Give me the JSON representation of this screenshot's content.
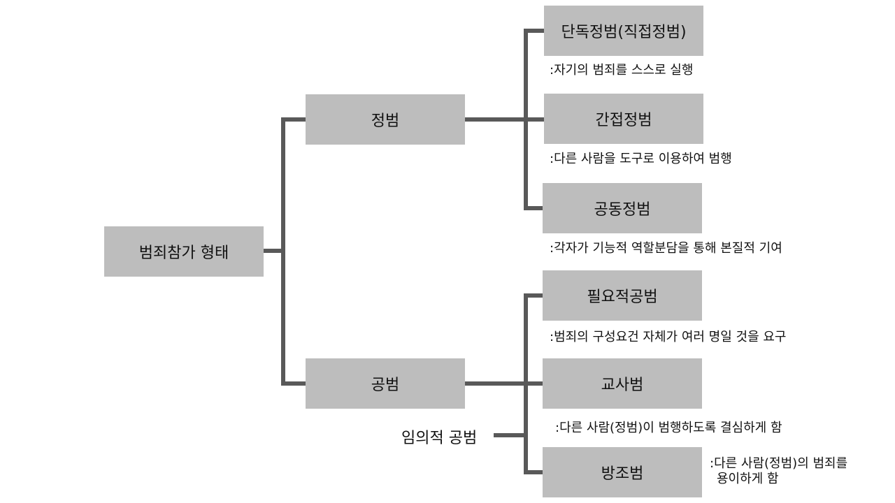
{
  "diagram": {
    "root": {
      "label": "범죄참가 형태"
    },
    "branches": [
      {
        "label": "정범",
        "children": [
          {
            "label": "단독정범(직접정범)",
            "desc": ":자기의 범죄를 스스로 실행"
          },
          {
            "label": "간접정범",
            "desc": ":다른 사람을 도구로 이용하여 범행"
          },
          {
            "label": "공동정범",
            "desc": ":각자가 기능적 역할분담을 통해 본질적 기여"
          }
        ]
      },
      {
        "label": "공범",
        "children": [
          {
            "label": "필요적공범",
            "desc": ":범죄의 구성요건 자체가 여러 명일 것을 요구"
          },
          {
            "label": "교사범",
            "desc": ":다른 사람(정범)이 범행하도록 결심하게 함"
          },
          {
            "label": "방조범",
            "desc_line1": ":다른 사람(정범)의 범죄를",
            "desc_line2": "용이하게 함"
          }
        ],
        "group_label": "임의적 공범"
      }
    ],
    "colors": {
      "box_fill": "#bdbdbd",
      "connector": "#595959"
    }
  }
}
